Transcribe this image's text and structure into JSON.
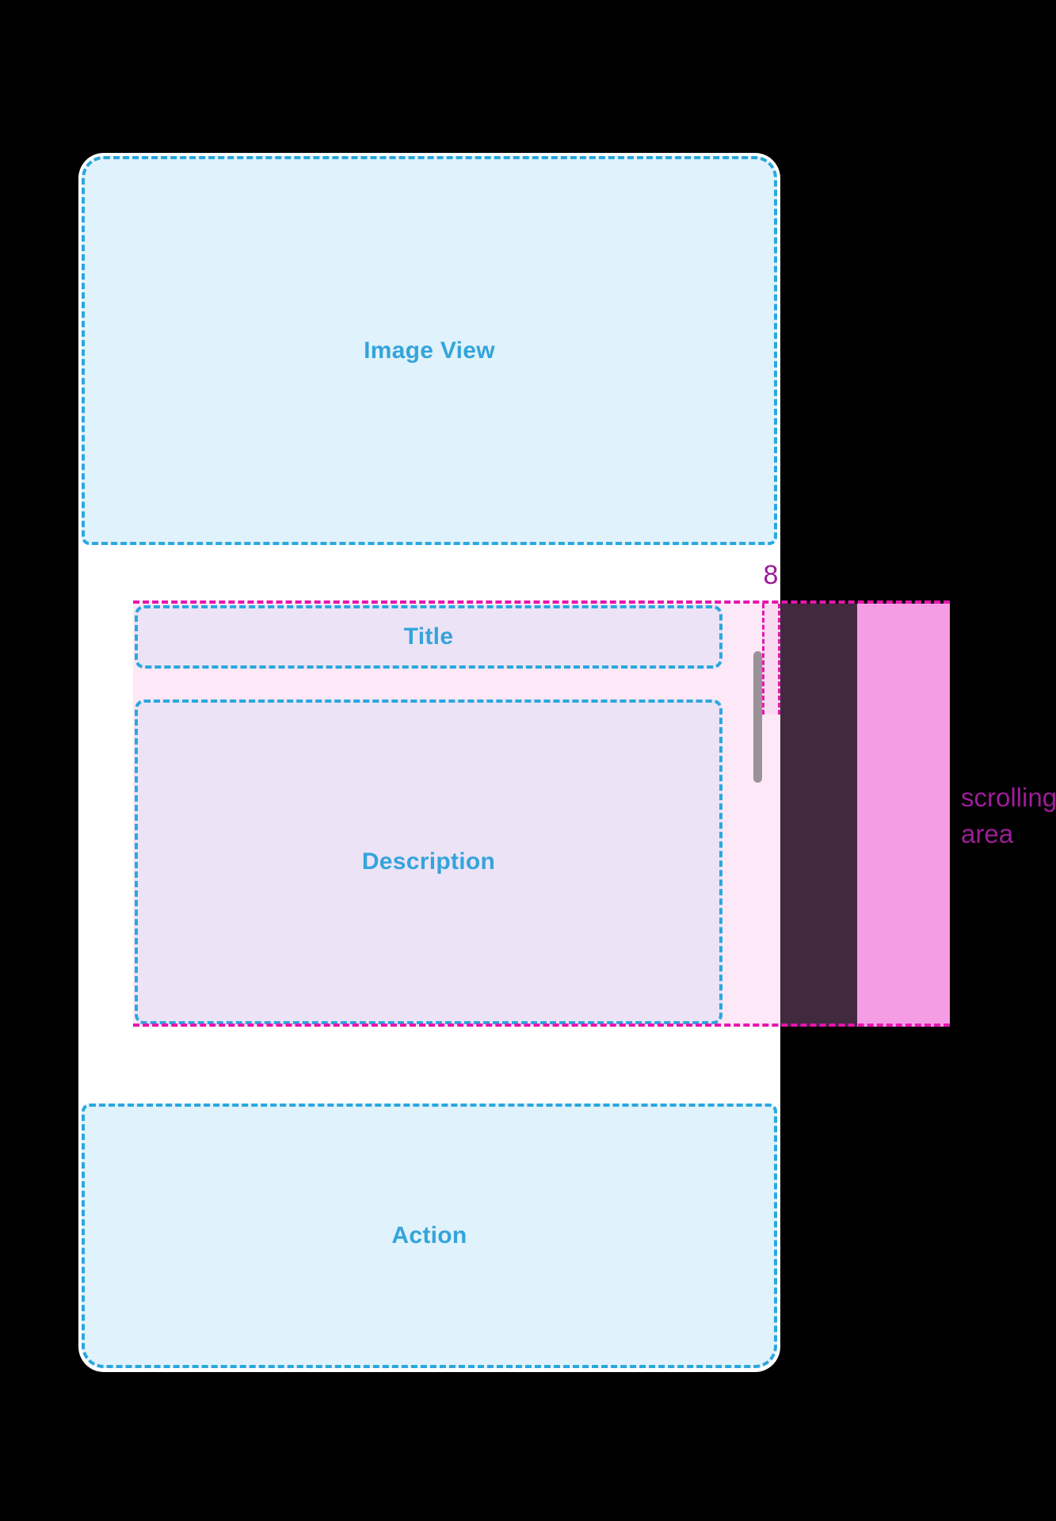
{
  "diagram": {
    "card": {
      "image_view_label": "Image View",
      "title_label": "Title",
      "description_label": "Description",
      "action_label": "Action"
    },
    "annotations": {
      "spacing_value": "8",
      "scrolling_area_line1": "scrolling",
      "scrolling_area_line2": "area"
    }
  },
  "colors": {
    "background": "#000000",
    "card": "#FFFFFF",
    "region_fill_blue": "#E0F2FB",
    "region_border_blue": "#2AA7DF",
    "region_text_blue": "#34A4DB",
    "box_fill_lavender": "#ECE3F6",
    "scrolling_overlay_pink": "#FCE8F6",
    "spacing_gap_pink": "#F8DBF0",
    "overlay_over_background": "#412A3E",
    "scrolling_swatch_pink": "#F49DE4",
    "annotation_dash_magenta": "#E815AF",
    "annotation_text_purple": "#9C1D97",
    "scrollbar_gray": "#9A9298"
  }
}
